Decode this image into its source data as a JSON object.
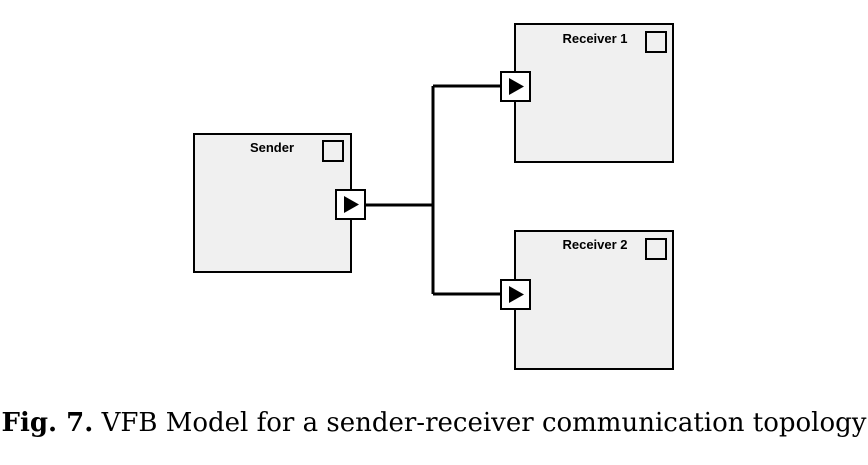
{
  "diagram": {
    "components": {
      "sender": {
        "label": "Sender"
      },
      "receiver1": {
        "label": "Receiver 1"
      },
      "receiver2": {
        "label": "Receiver 2"
      }
    },
    "colors": {
      "box_fill": "#f0f0f0",
      "stroke": "#000000"
    }
  },
  "caption": {
    "prefix": "Fig. 7.",
    "text": "VFB Model for a sender-receiver communication topology"
  }
}
